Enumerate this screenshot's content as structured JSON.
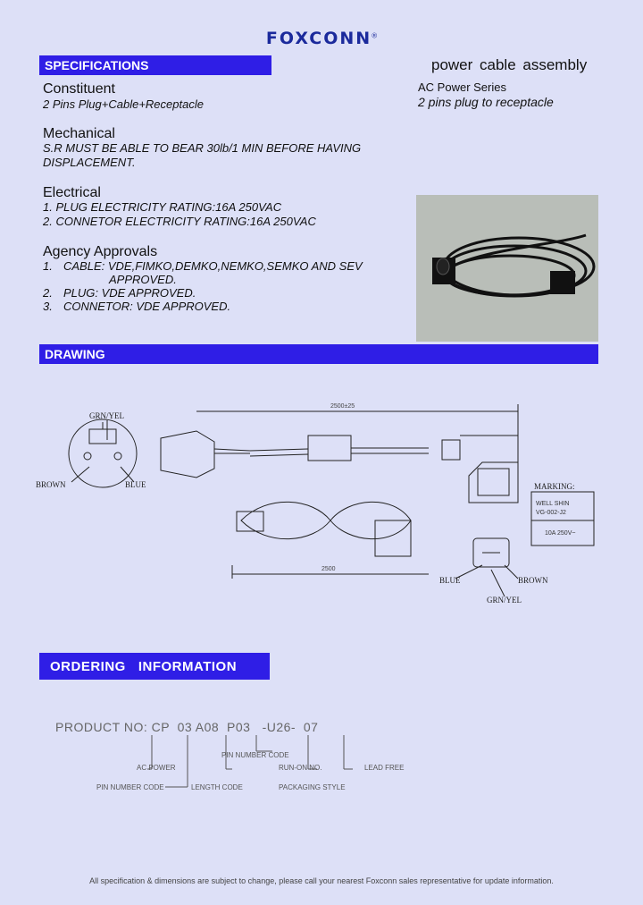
{
  "logo": {
    "text": "FOXCONN",
    "mark": "®"
  },
  "header": {
    "specifications": "SPECIFICATIONS",
    "product_title": "power cable assembly",
    "series": "AC Power Series",
    "subtitle": "2 pins plug to receptacle"
  },
  "constituent": {
    "title": "Constituent",
    "text": "2 Pins Plug+Cable+Receptacle"
  },
  "mechanical": {
    "title": "Mechanical",
    "line1": "S.R MUST BE ABLE TO BEAR 30lb/1 MIN BEFORE HAVING",
    "line2": "DISPLACEMENT."
  },
  "electrical": {
    "title": "Electrical",
    "line1": "1. PLUG ELECTRICITY RATING:16A 250VAC",
    "line2": "2. CONNETOR ELECTRICITY RATING:16A 250VAC"
  },
  "agency": {
    "title": "Agency Approvals",
    "item1_num": "1.",
    "item1": "CABLE: VDE,FIMKO,DEMKO,NEMKO,SEMKO AND SEV",
    "item1_cont": "APPROVED.",
    "item2_num": "2.",
    "item2": "PLUG: VDE APPROVED.",
    "item3_num": "3.",
    "item3": "CONNETOR: VDE APPROVED."
  },
  "drawing": {
    "title": "DRAWING",
    "grn_yel": "GRN/YEL",
    "brown": "BROWN",
    "blue": "BLUE",
    "marking": "MARKING:",
    "well_shin": "WELL SHIN",
    "model": "VG-002-J2",
    "rating": "10A 250V~",
    "dim_top": "2500±25",
    "dim_bottom": "2500",
    "blue_r": "BLUE",
    "brown_r": "BROWN",
    "grn_yel_r": "GRN/YEL"
  },
  "ordering": {
    "title": "ORDERING   INFORMATION",
    "code": "PRODUCT NO: CP  03 A08  P03   -U26-  07",
    "ac_power": "AC POWER",
    "pin_number": "PIN NUMBER CODE",
    "run_on": "RUN-ON NO.",
    "lead_free": "LEAD FREE",
    "pin_number_2": "PIN NUMBER CODE",
    "length_code": "LENGTH CODE",
    "packaging": "PACKAGING STYLE"
  },
  "footer": "All specification & dimensions are subject to change, please call your nearest Foxconn sales representative for update information."
}
